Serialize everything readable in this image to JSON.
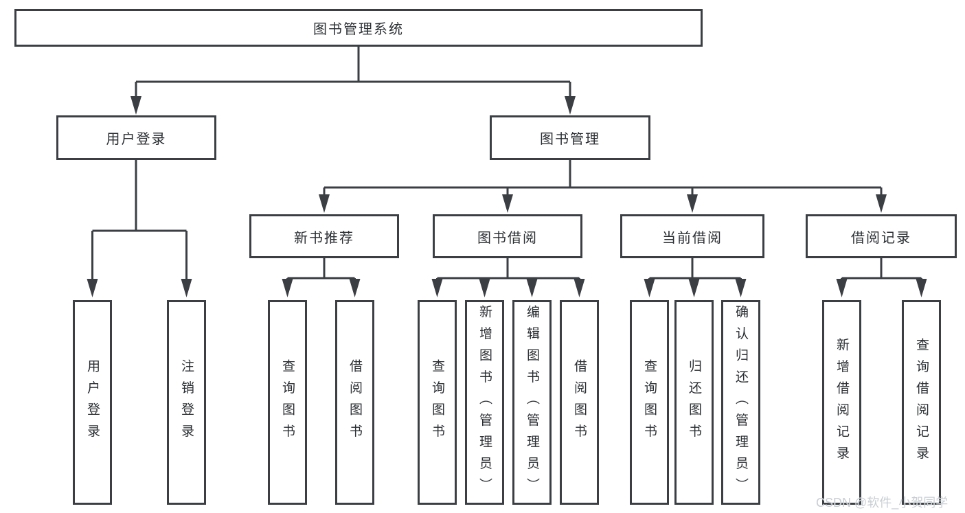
{
  "diagram_title": "图书管理系统",
  "colors": {
    "line": "#3b3f44",
    "box_border": "#3b3f44",
    "text": "#2b2f33",
    "background": "#ffffff",
    "watermark": "#c9ced3"
  },
  "nodes": {
    "root": "图书管理系统",
    "user_login": "用户登录",
    "book_management": "图书管理",
    "new_book_recommend": "新书推荐",
    "book_borrow": "图书借阅",
    "current_borrow": "当前借阅",
    "borrow_records": "借阅记录",
    "leaf_user_login": "用户登录",
    "leaf_logout": "注销登录",
    "leaf_nbr_query_books": "查询图书",
    "leaf_nbr_borrow_books": "借阅图书",
    "leaf_bb_query_books": "查询图书",
    "leaf_bb_add_books_admin": "新增图书（管理员）",
    "leaf_bb_edit_books_admin": "编辑图书（管理员）",
    "leaf_bb_borrow_books": "借阅图书",
    "leaf_cb_query_books": "查询图书",
    "leaf_cb_return_books": "归还图书",
    "leaf_cb_confirm_return_admin": "确认归还（管理员）",
    "leaf_br_add_record": "新增借阅记录",
    "leaf_br_query_record": "查询借阅记录"
  },
  "hierarchy": {
    "图书管理系统": {
      "用户登录": [
        "用户登录",
        "注销登录"
      ],
      "图书管理": {
        "新书推荐": [
          "查询图书",
          "借阅图书"
        ],
        "图书借阅": [
          "查询图书",
          "新增图书（管理员）",
          "编辑图书（管理员）",
          "借阅图书"
        ],
        "当前借阅": [
          "查询图书",
          "归还图书",
          "确认归还（管理员）"
        ],
        "借阅记录": [
          "新增借阅记录",
          "查询借阅记录"
        ]
      }
    }
  },
  "watermark": "CSDN @软件_小贺同学"
}
